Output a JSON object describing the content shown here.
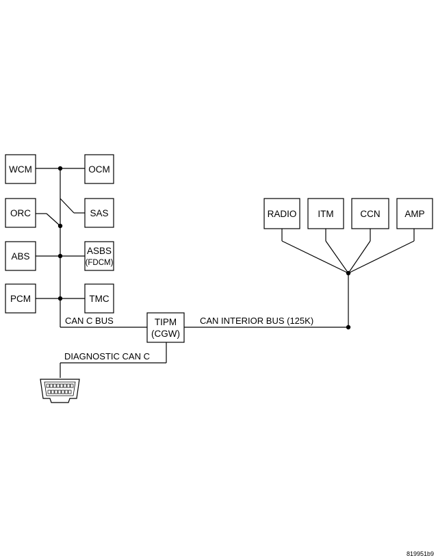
{
  "modules": {
    "wcm": "WCM",
    "ocm": "OCM",
    "orc": "ORC",
    "sas": "SAS",
    "abs": "ABS",
    "asbs": "ASBS",
    "asbs_sub": "(FDCM)",
    "pcm": "PCM",
    "tmc": "TMC",
    "tipm": "TIPM",
    "tipm_sub": "(CGW)",
    "radio": "RADIO",
    "itm": "ITM",
    "ccn": "CCN",
    "amp": "AMP"
  },
  "bus_labels": {
    "can_c": "CAN C BUS",
    "can_interior": "CAN INTERIOR BUS (125K)",
    "diagnostic": "DIAGNOSTIC CAN C"
  },
  "figure_id": "819951b9"
}
